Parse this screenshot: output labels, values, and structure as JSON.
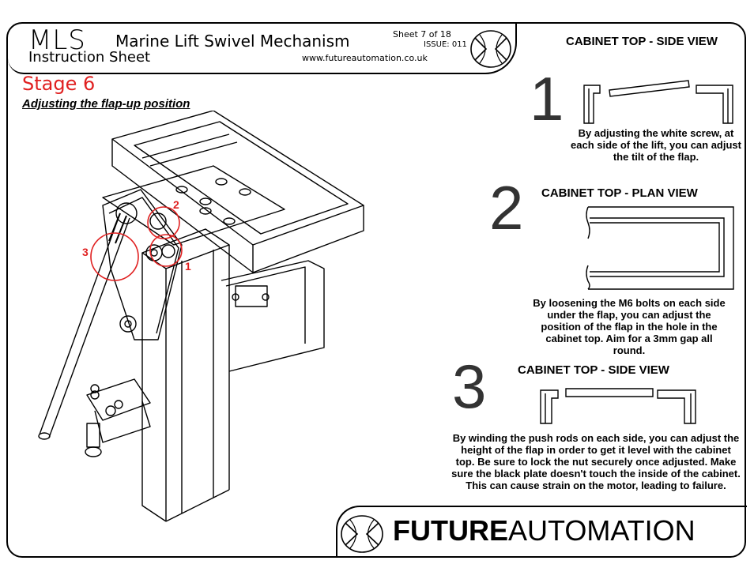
{
  "header": {
    "product": "MLS",
    "product_name": "Marine Lift Swivel Mechanism",
    "doc_type": "Instruction Sheet",
    "sheet": "Sheet 7 of 18",
    "issue": "ISSUE: 011",
    "website": "www.futureautomation.co.uk"
  },
  "stage": {
    "label": "Stage 6",
    "title": "Adjusting the flap-up position"
  },
  "diagram": {
    "callouts": [
      "1",
      "2",
      "3"
    ],
    "callout_color": "#e02020"
  },
  "steps": [
    {
      "number": "1",
      "title": "CABINET TOP - SIDE VIEW",
      "text": "By adjusting the white screw, at each side of the lift, you can adjust the tilt of the flap."
    },
    {
      "number": "2",
      "title": "CABINET TOP - PLAN VIEW",
      "text": "By loosening the M6 bolts on each side under the flap, you can adjust the position of the flap in the hole in the cabinet top. Aim for a 3mm gap all round."
    },
    {
      "number": "3",
      "title": "CABINET TOP - SIDE VIEW",
      "text": "By winding the push rods on each side, you can adjust the height of the flap in order to get it level with the cabinet top. Be sure to lock the nut securely once adjusted. Make sure the black plate doesn't touch the inside of the cabinet.  This can cause strain on the motor, leading to failure."
    }
  ],
  "footer": {
    "brand_bold": "FUTURE",
    "brand_light": "AUTOMATION"
  }
}
